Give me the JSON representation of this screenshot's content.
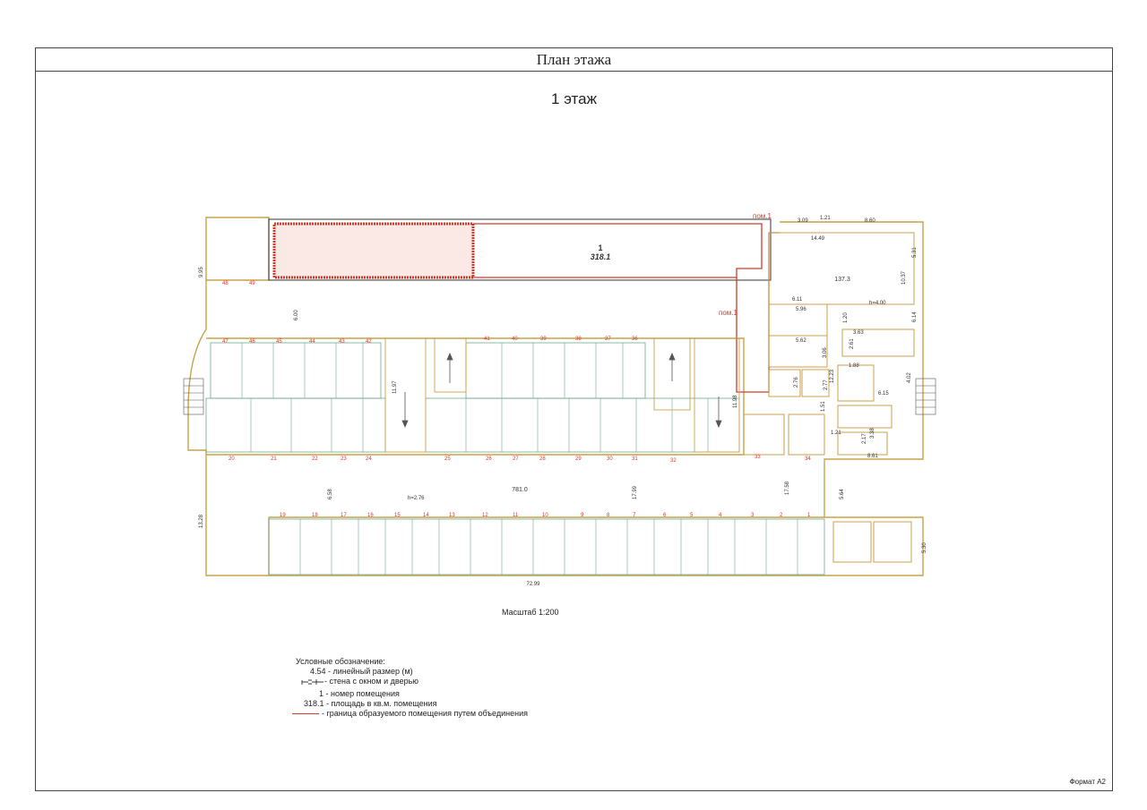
{
  "sheet": {
    "title": "План этажа",
    "floor": "1 этаж",
    "scale": "Масштаб 1:200",
    "format": "Формат А2"
  },
  "plan": {
    "combined_room": {
      "number": "1",
      "area": "318.1",
      "label": "пом.1"
    },
    "zones": {
      "room1_area": "137.3",
      "hall_area": "781.0",
      "hall_height": "h=2.76",
      "room1_height": "h=4.00"
    },
    "dims": {
      "top1": "3.09",
      "top2": "1.21",
      "top3": "8.60",
      "top4": "14.49",
      "right1": "5.31",
      "right2": "10.37",
      "right3": "6.14",
      "right4": "4.02",
      "left1": "9.95",
      "left2": "6.00",
      "left3": "6.58",
      "left4": "13.28",
      "mid1": "11.97",
      "mid2": "11.98",
      "mid3": "17.99",
      "mid4": "17.58",
      "bottom": "72.99",
      "bottom_right": "5.30",
      "corr1": "6.11",
      "corr2": "5.96",
      "corr3": "5.62",
      "corr4": "3.06",
      "corr5": "1.88",
      "corr6": "6.15",
      "corr7": "8.61",
      "corr8": "1.51",
      "corr9": "5.64",
      "corr10": "1.21",
      "corr11": "3.63",
      "corr12": "2.61",
      "corr13": "1.20",
      "corr14": "3.38",
      "corr15": "2.17",
      "corr16": "12.23",
      "corr17": "2.76",
      "corr18": "2.77"
    },
    "row_upper_numbers": [
      "47",
      "46",
      "45",
      "44",
      "43",
      "42",
      "41",
      "40",
      "39",
      "38",
      "37",
      "36"
    ],
    "row_mid_numbers": [
      "20",
      "21",
      "22",
      "23",
      "24",
      "25",
      "26",
      "27",
      "28",
      "29",
      "30",
      "31",
      "32",
      "33",
      "34"
    ],
    "row_lower_numbers": [
      "19",
      "18",
      "17",
      "16",
      "15",
      "14",
      "13",
      "12",
      "11",
      "10",
      "9",
      "8",
      "7",
      "6",
      "5",
      "4",
      "3",
      "2",
      "1"
    ],
    "top_left_numbers": [
      "48",
      "49"
    ]
  },
  "legend": {
    "heading": "Условные обозначение:",
    "item_dim": "4.54 - линейный размер (м)",
    "item_wall": "- стена с окном и дверью",
    "item_number": "1 - номер помещения",
    "item_area": "318.1 - площадь в кв.м. помещения",
    "item_boundary": "- граница образуемого  помещения путем объединения"
  },
  "colors": {
    "wall": "#c9a24a",
    "boundary": "#d23a2a",
    "dim_text": "#333333",
    "number_text": "#d23a2a",
    "partition": "#6fa88a"
  }
}
